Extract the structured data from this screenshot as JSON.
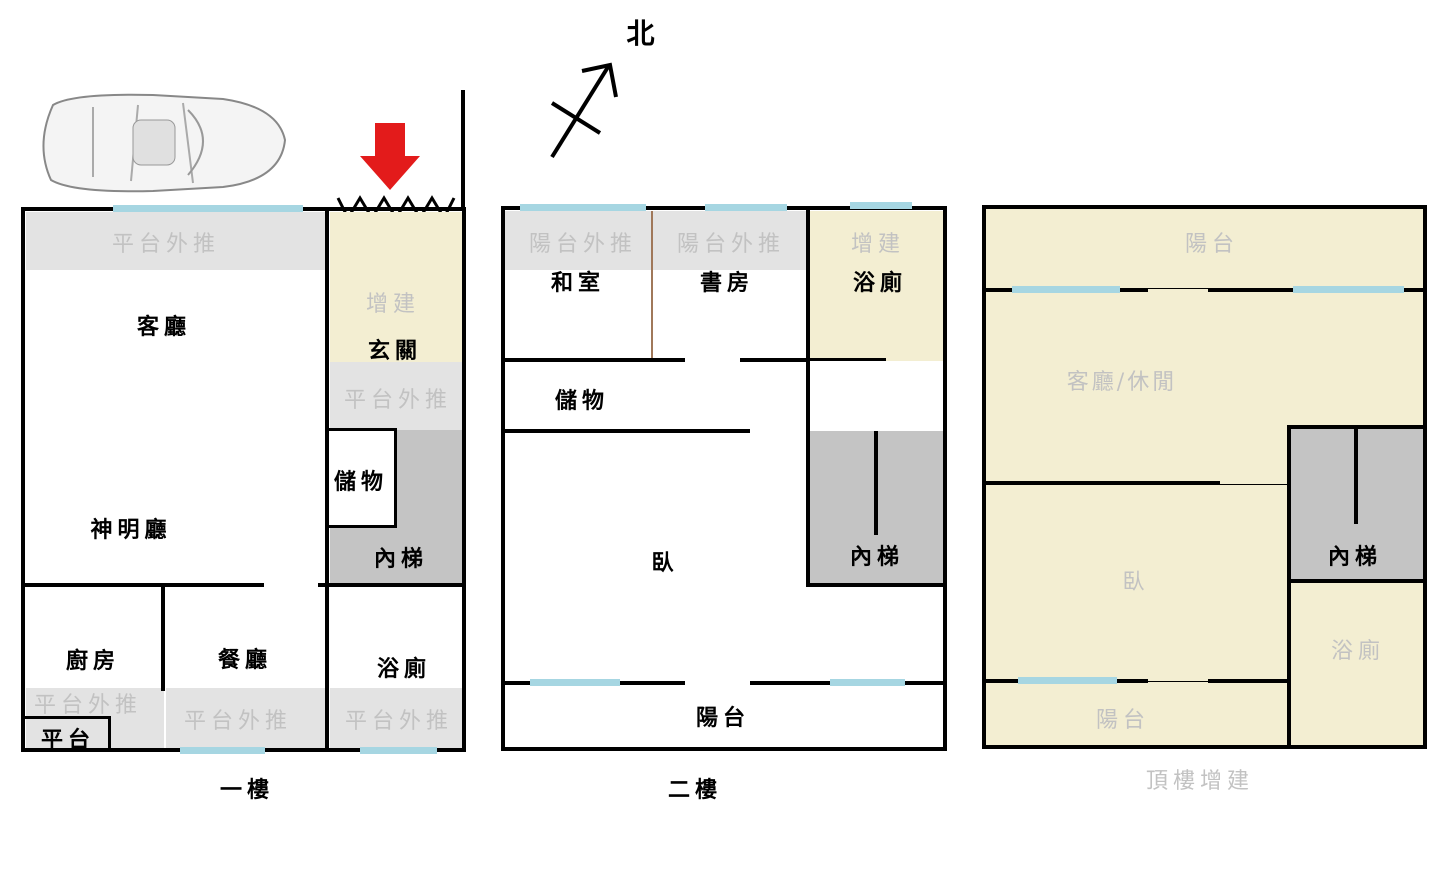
{
  "compass": {
    "north": "北"
  },
  "floor1": {
    "title": "一樓",
    "labels": {
      "platform_top": "平台外推",
      "living": "客廳",
      "extension": "增建",
      "entrance": "玄關",
      "platform_entrance": "平台外推",
      "storage": "儲物",
      "stairs": "內梯",
      "shrine": "神明廳",
      "kitchen": "廚房",
      "dining": "餐廳",
      "bath": "浴廁",
      "platform_kitchen": "平台外推",
      "platform_dining": "平台外推",
      "platform_bath": "平台外推",
      "platform": "平台"
    }
  },
  "floor2": {
    "title": "二樓",
    "labels": {
      "balcony_ext_1": "陽台外推",
      "balcony_ext_2": "陽台外推",
      "extension": "增建",
      "japanese_room": "和室",
      "study": "書房",
      "bath": "浴廁",
      "storage": "儲物",
      "bedroom": "臥",
      "stairs": "內梯",
      "balcony": "陽台"
    }
  },
  "floor3": {
    "title": "頂樓增建",
    "labels": {
      "balcony_top": "陽台",
      "living": "客廳/休閒",
      "bedroom": "臥",
      "stairs": "內梯",
      "bath": "浴廁",
      "balcony_bottom": "陽台"
    }
  },
  "colors": {
    "wall": "#000000",
    "extension": "#f3eed2",
    "platform": "#e3e3e3",
    "stairs": "#c4c4c4",
    "window": "#a6d6e2",
    "arrow": "#e31b1b"
  }
}
